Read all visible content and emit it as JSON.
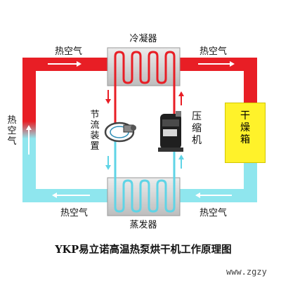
{
  "labels": {
    "condenser": "冷凝器",
    "evaporator": "蒸发器",
    "hot_air_top_left": "热空气",
    "hot_air_top_right": "热空气",
    "hot_air_left": "热空气",
    "hot_air_bottom_left": "热空气",
    "hot_air_bottom_right": "热空气",
    "throttle": "节流装置",
    "compressor": "压缩机",
    "dryer": "干燥箱"
  },
  "caption": "YKP易立诺高温热泵烘干机工作原理图",
  "watermark": "www.zgzy",
  "colors": {
    "hot_pipe": "#e81e25",
    "cold_pipe": "#8fe6ee",
    "dryer": "#fff22a",
    "coil_box": "#c9c9c9"
  }
}
